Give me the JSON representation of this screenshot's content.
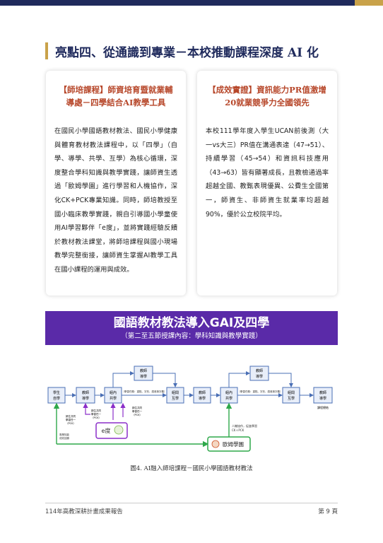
{
  "section": {
    "title": "亮點四、從通識到專業－本校推動課程深度 AI 化"
  },
  "cards": [
    {
      "title_lines": [
        "【師培課程】師資培育暨就業輔",
        "導處－四學結合AI教學工具"
      ],
      "body": "在國民小學國語教材教法、國民小學健康與體育教材教法課程中，以「四學」（自學、導學、共學、互學）為核心循環，深度整合學科知識與教學實踐，讓師資生透過「歐姆學園」進行學習和人機協作，深化CK+PCK專業知識。同時，師培教授至國小臨床教學實踐，親自引導國小學童使用AI學習夥伴「e度」，並將實踐經驗反饋於教材教法課堂，將師培課程與國小現場教學完整銜接，讓師資生掌握AI教學工具在國小課程的運用與成效。"
    },
    {
      "title_lines": [
        "【成效實證】資訊能力PR值激增",
        "20就業競爭力全國領先"
      ],
      "body": "本校111學年度入學生UCAN前後測（大一vs大三）PR值在溝通表達（47→51）、持續學習（45→54）和資訊科技應用（43→63）皆有顯著成長，且教檢通過率超越全國、教甄表現優異、公費生全國第一，師資生、非師資生就業率均超越90%，優於公立校院平均。"
    }
  ],
  "banner": {
    "title": "國語教材教法導入GAI及四學",
    "subtitle": "（第二至五節授課內容：學科知識與教學實踐）"
  },
  "diagram": {
    "nodes": {
      "n1": [
        "學生",
        "自學"
      ],
      "n2": [
        "教師",
        "導學"
      ],
      "n3": [
        "組內",
        "共學"
      ],
      "n4": [
        "組間",
        "互學"
      ],
      "n5": [
        "教師",
        "導學"
      ],
      "n6": [
        "組內",
        "共學"
      ],
      "n7": [
        "組間",
        "互學"
      ],
      "n8": [
        "教師",
        "導學"
      ],
      "top1": [
        "教師",
        "導學"
      ],
      "top2": [
        "教師",
        "導學"
      ]
    },
    "arrow_note_1": "（學習任務：重點、字形、語音與字義）",
    "arrow_note_2": "（學習任務：重點、字形、語音與字義）",
    "below_n8": "課程總結",
    "teach_a": [
      "師生共同",
      "學習任一",
      "（PCK）"
    ],
    "teach_b": [
      "師生共同",
      "學習任一",
      "（PCK）"
    ],
    "teach_c": [
      "師生共同",
      "學習任一",
      "（PCK）"
    ],
    "edu_label": "e度",
    "ohm_label": "歐姆學園",
    "hm_note": [
      "人機協作，促進學習",
      "CK＋PCK"
    ],
    "left_note": [
      "專業知能",
      "成效回饋"
    ]
  },
  "caption": "圖4. AI融入師培課程－國民小學國語教材教法",
  "footer": {
    "left": "114年高教深耕計畫成果報告",
    "right": "第 9 頁"
  },
  "colors": {
    "navy": "#1f2a5c",
    "gold": "#c9a24a",
    "card_title": "#b7472a",
    "banner_bg": "#5a2aa8",
    "node_border": "#4a6fb5",
    "node_fill": "#e8eef9",
    "arrow_purple": "#8b2fc9",
    "arrow_green": "#2ea84a"
  }
}
